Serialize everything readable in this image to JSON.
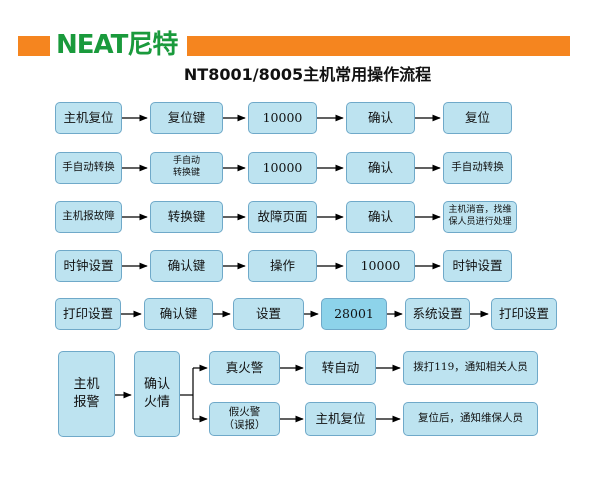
{
  "header": {
    "logo_text": "NEAT尼特",
    "title": "NT8001/8005主机常用操作流程"
  },
  "colors": {
    "box_fill": "#bde3f0",
    "box_highlight": "#8dd3ea",
    "box_border": "#6fa9c9",
    "brand_orange": "#f5851f",
    "brand_green": "#1a9a3c"
  },
  "rows": [
    {
      "steps": [
        "主机复位",
        "复位键",
        "10000",
        "确认",
        "复位"
      ]
    },
    {
      "steps": [
        "手自动转换",
        "手自动\n转换键",
        "10000",
        "确认",
        "手自动转换"
      ]
    },
    {
      "steps": [
        "主机报故障",
        "转换键",
        "故障页面",
        "确认",
        "主机消音，找维\n保人员进行处理"
      ]
    },
    {
      "steps": [
        "时钟设置",
        "确认键",
        "操作",
        "10000",
        "时钟设置"
      ]
    },
    {
      "steps": [
        "打印设置",
        "确认键",
        "设置",
        "28001",
        "系统设置",
        "打印设置"
      ]
    }
  ],
  "alarm": {
    "start": "主机\n报警",
    "confirm": "确认\n火情",
    "real": {
      "label": "真火警",
      "next": "转自动",
      "result": "拨打119，通知相关人员"
    },
    "false": {
      "label": "假火警\n（误报）",
      "next": "主机复位",
      "result": "复位后，通知维保人员"
    }
  }
}
